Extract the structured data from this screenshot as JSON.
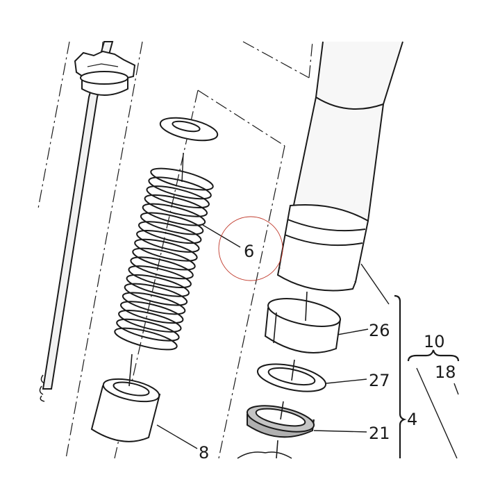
{
  "diagram": {
    "callouts": {
      "spring": "6",
      "spacer": "8",
      "bushing": "26",
      "washer": "27",
      "seal": "21",
      "assembly": "4",
      "group": "10",
      "sub": "18"
    },
    "colors": {
      "line": "#1a1a1a",
      "part_fill": "#ffffff",
      "seal_fill": "#b0b0b0",
      "tube_fill": "#f7f7f7",
      "highlight_circle": "#c0392b"
    }
  }
}
